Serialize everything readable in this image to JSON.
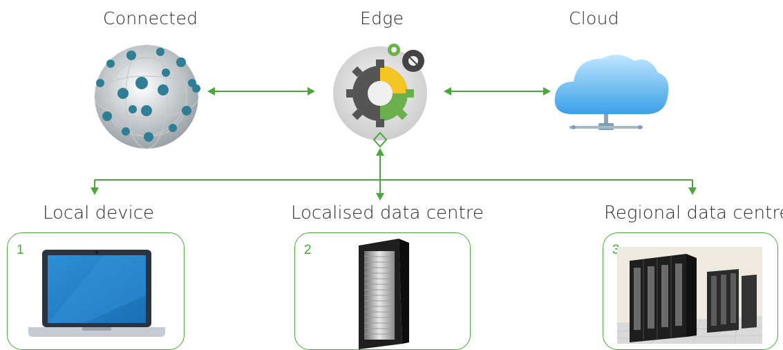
{
  "top": {
    "connected": "Connected",
    "edge": "Edge",
    "cloud": "Cloud"
  },
  "tiers": [
    {
      "label": "Local device",
      "number": "1"
    },
    {
      "label": "Localised data centre",
      "number": "2"
    },
    {
      "label": "Regional data centre",
      "number": "3"
    }
  ],
  "colors": {
    "accent": "#4aa83a",
    "text": "#2b2b2b"
  },
  "icons": {
    "connected": "globe-network-icon",
    "edge": "gears-icon",
    "cloud": "cloud-server-icon",
    "local": "laptop-icon",
    "localised": "server-rack-icon",
    "regional": "datacenter-racks-icon"
  }
}
